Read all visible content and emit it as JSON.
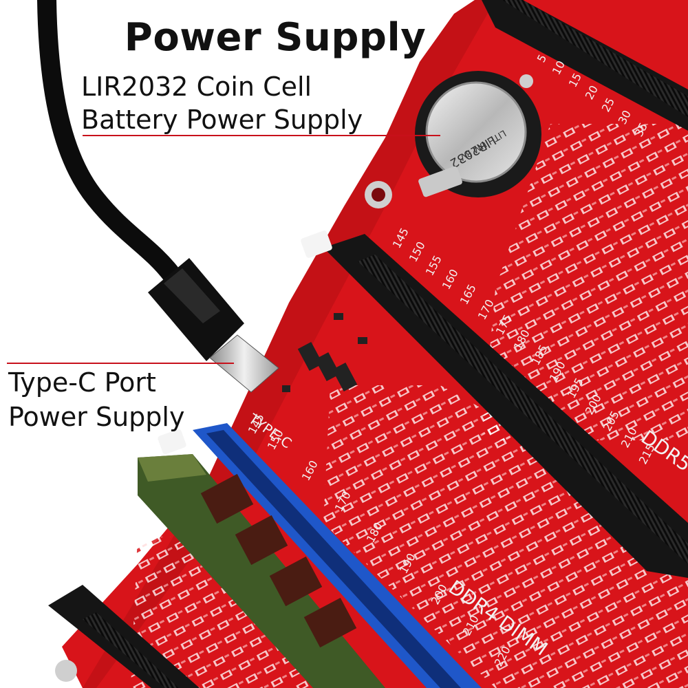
{
  "title": "Power Supply",
  "callouts": {
    "coin_cell": {
      "line1": "LIR2032 Coin Cell",
      "line2": "Battery Power Supply"
    },
    "type_c": {
      "line1": "Type-C Port",
      "line2": "Power Supply"
    }
  },
  "board": {
    "battery_lines": [
      "LITHIUM 3V",
      "LIR2032"
    ],
    "port_label": "TYPE-C",
    "slot_labels": [
      "DDR5",
      "DDR4 DIMM"
    ],
    "scale_upper": [
      "145",
      "150",
      "155",
      "160",
      "165",
      "170",
      "175",
      "180",
      "185",
      "190",
      "195",
      "200",
      "205",
      "210",
      "215"
    ],
    "scale_lower": [
      "145",
      "150",
      "160",
      "170",
      "180",
      "190",
      "200",
      "210",
      "220"
    ],
    "scale_top": [
      "5",
      "10",
      "15",
      "20",
      "25",
      "30",
      "35"
    ]
  },
  "colors": {
    "pcb_red": "#d8141a",
    "pcb_dark": "#a50b10",
    "slot_black": "#151515",
    "slot_blue": "#1f57c9",
    "cable": "#0c0c0c",
    "callout_line": "#c8101a"
  }
}
